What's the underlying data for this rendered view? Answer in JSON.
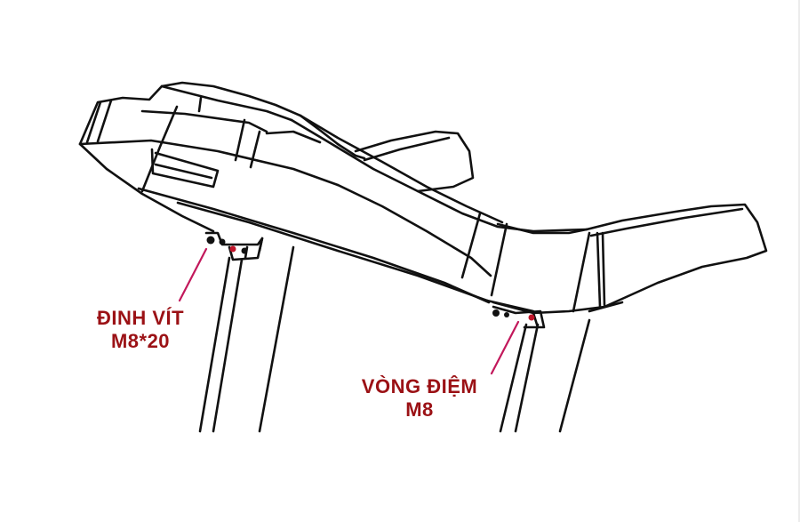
{
  "diagram": {
    "subject": "treadmill console and upright assembly",
    "style": "black line drawing on white background",
    "colors": {
      "background": "#ffffff",
      "line": "#111111",
      "callout": "#9b1115",
      "leader_line": "#c2185b"
    }
  },
  "callouts": [
    {
      "id": "screw",
      "line1": "ĐINH VÍT",
      "line2": "M8*20"
    },
    {
      "id": "washer",
      "line1": "VÒNG ĐIỆM",
      "line2": "M8"
    }
  ]
}
